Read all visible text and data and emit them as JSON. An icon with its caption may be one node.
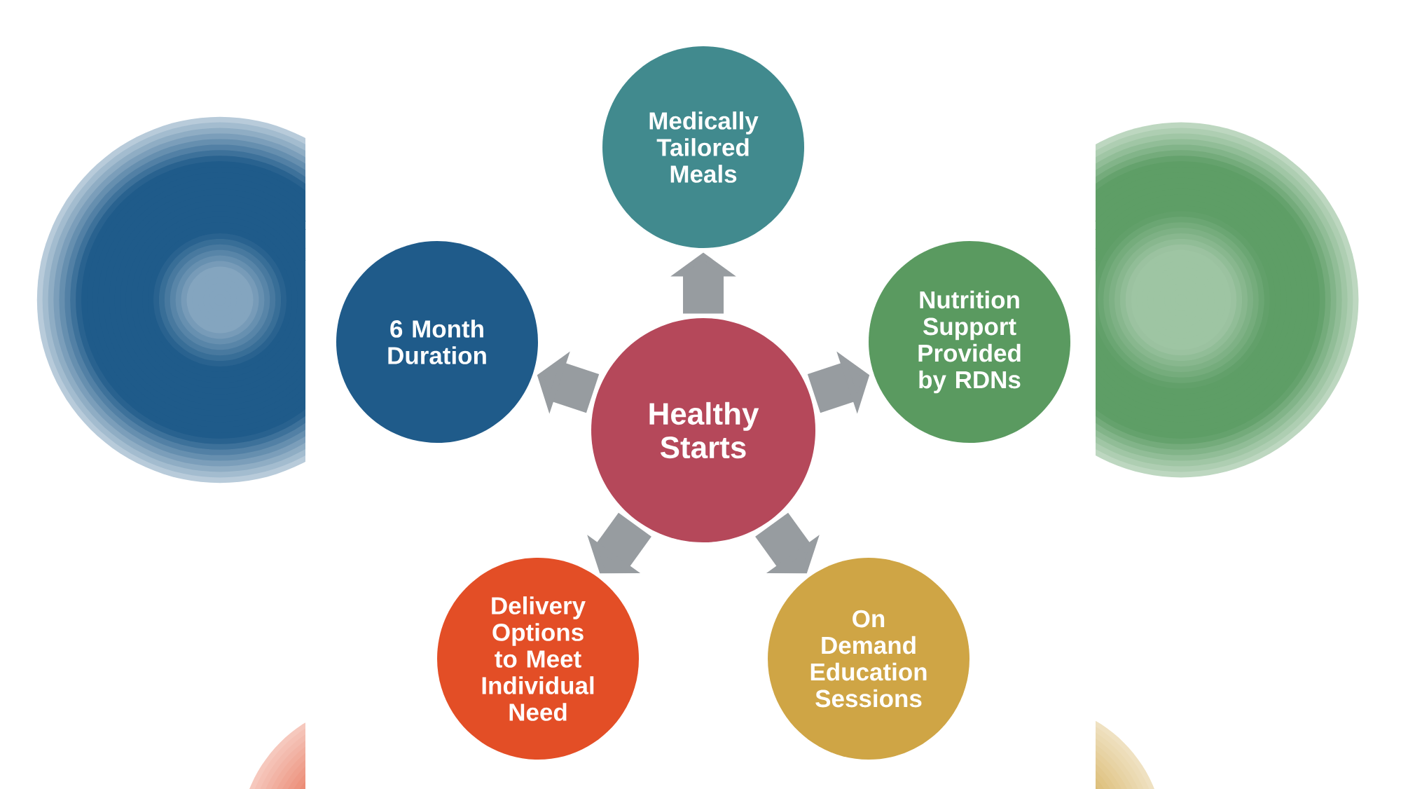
{
  "diagram": {
    "nodes": [
      {
        "text": [
          "Healthy Starts"
        ]
      },
      {
        "text": [
          "Medically Tailored Meals"
        ]
      },
      {
        "text": [
          "Nutrition Support Provided by RDNs"
        ]
      },
      {
        "text": [
          "On Demand Education Sessions"
        ]
      },
      {
        "text": [
          "Delivery Options to Meet Individual Need"
        ]
      },
      {
        "text": [
          "6 Month Duration"
        ]
      }
    ],
    "edges": [
      {
        "from": 0,
        "to": 1,
        "arrow": "to"
      },
      {
        "from": 0,
        "to": 2,
        "arrow": "to"
      },
      {
        "from": 0,
        "to": 3,
        "arrow": "to"
      },
      {
        "from": 0,
        "to": 4,
        "arrow": "to"
      },
      {
        "from": 0,
        "to": 5,
        "arrow": "to"
      }
    ]
  }
}
